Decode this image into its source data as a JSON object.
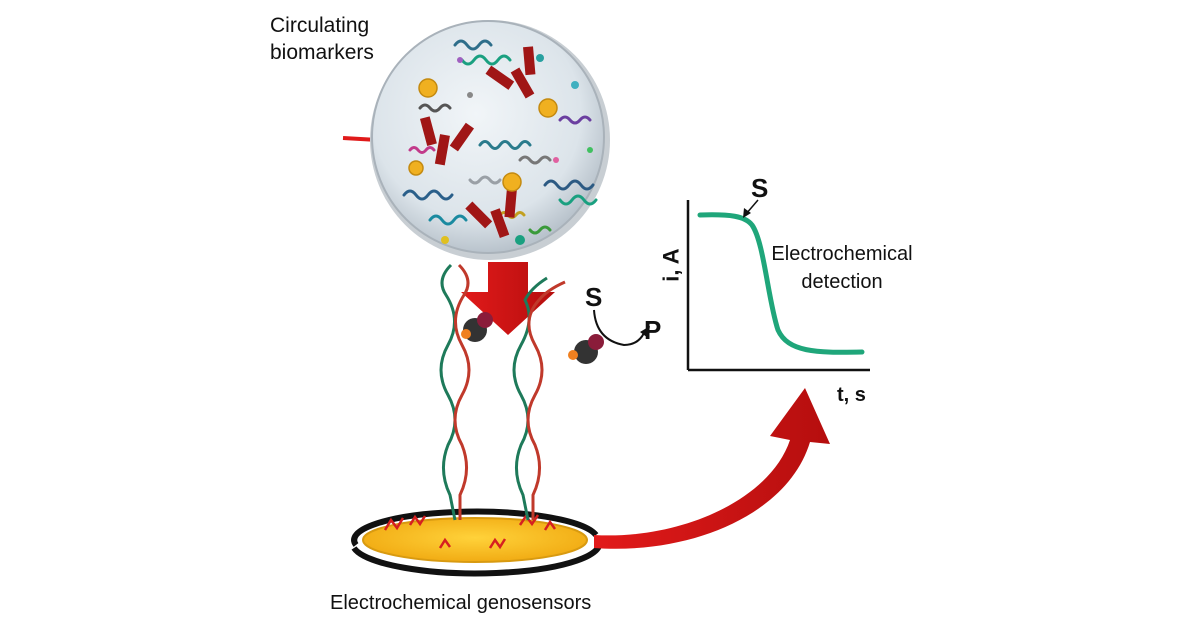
{
  "labels": {
    "circulating_line1": "Circulating",
    "circulating_line2": "biomarkers",
    "detection_line1": "Electrochemical",
    "detection_line2": "detection",
    "genosensors": "Electrochemical genosensors",
    "substrate_graph": "S",
    "substrate": "S",
    "product": "P",
    "y_axis": "i, A",
    "x_axis": "t, s"
  },
  "colors": {
    "arrow_red": "#e01a1a",
    "curve_green": "#1fa67a",
    "electrode_gold": "#f3b318",
    "sphere_fill": "#dce4ea",
    "antibody": "#a01616"
  },
  "icons": [
    "biomarker-sphere-icon",
    "antibody-icon",
    "dna-helix-icon",
    "enzyme-label-icon",
    "electrode-icon"
  ]
}
